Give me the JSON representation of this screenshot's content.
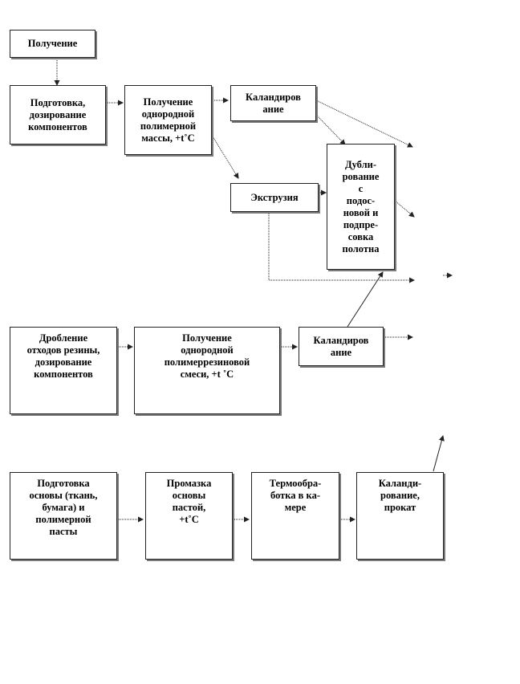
{
  "boxes": {
    "b1": "Получение",
    "b2": "Подготовка,\nдозирование\nкомпонентов",
    "b3": "Получение\nоднородной\nполимерной\nмассы, +t˚C",
    "b4": "Каландиров\nание",
    "b5": "Экструзия",
    "b6": "Дубли-\nрование\nс\nподос-\nновой и\nподпре-\nсовка\nполотна",
    "b7": "Дробление\nотходов резины,\nдозирование\nкомпонентов",
    "b8": "Получение\nоднородной\nполимеррезиновой\nсмеси, +t ˚C",
    "b9": "Каландиров\nание",
    "b10": "Подготовка\nосновы (ткань,\nбумага)  и\nполимерной\nпасты",
    "b11": "Промазка\nосновы\nпастой,\n+t˚C",
    "b12": "Термообра-\nботка в ка-\nмере",
    "b13": "Каланди-\nрование,\nпрокат"
  },
  "colors": {
    "line": "#222222",
    "shadow": "#7a7a7a"
  }
}
